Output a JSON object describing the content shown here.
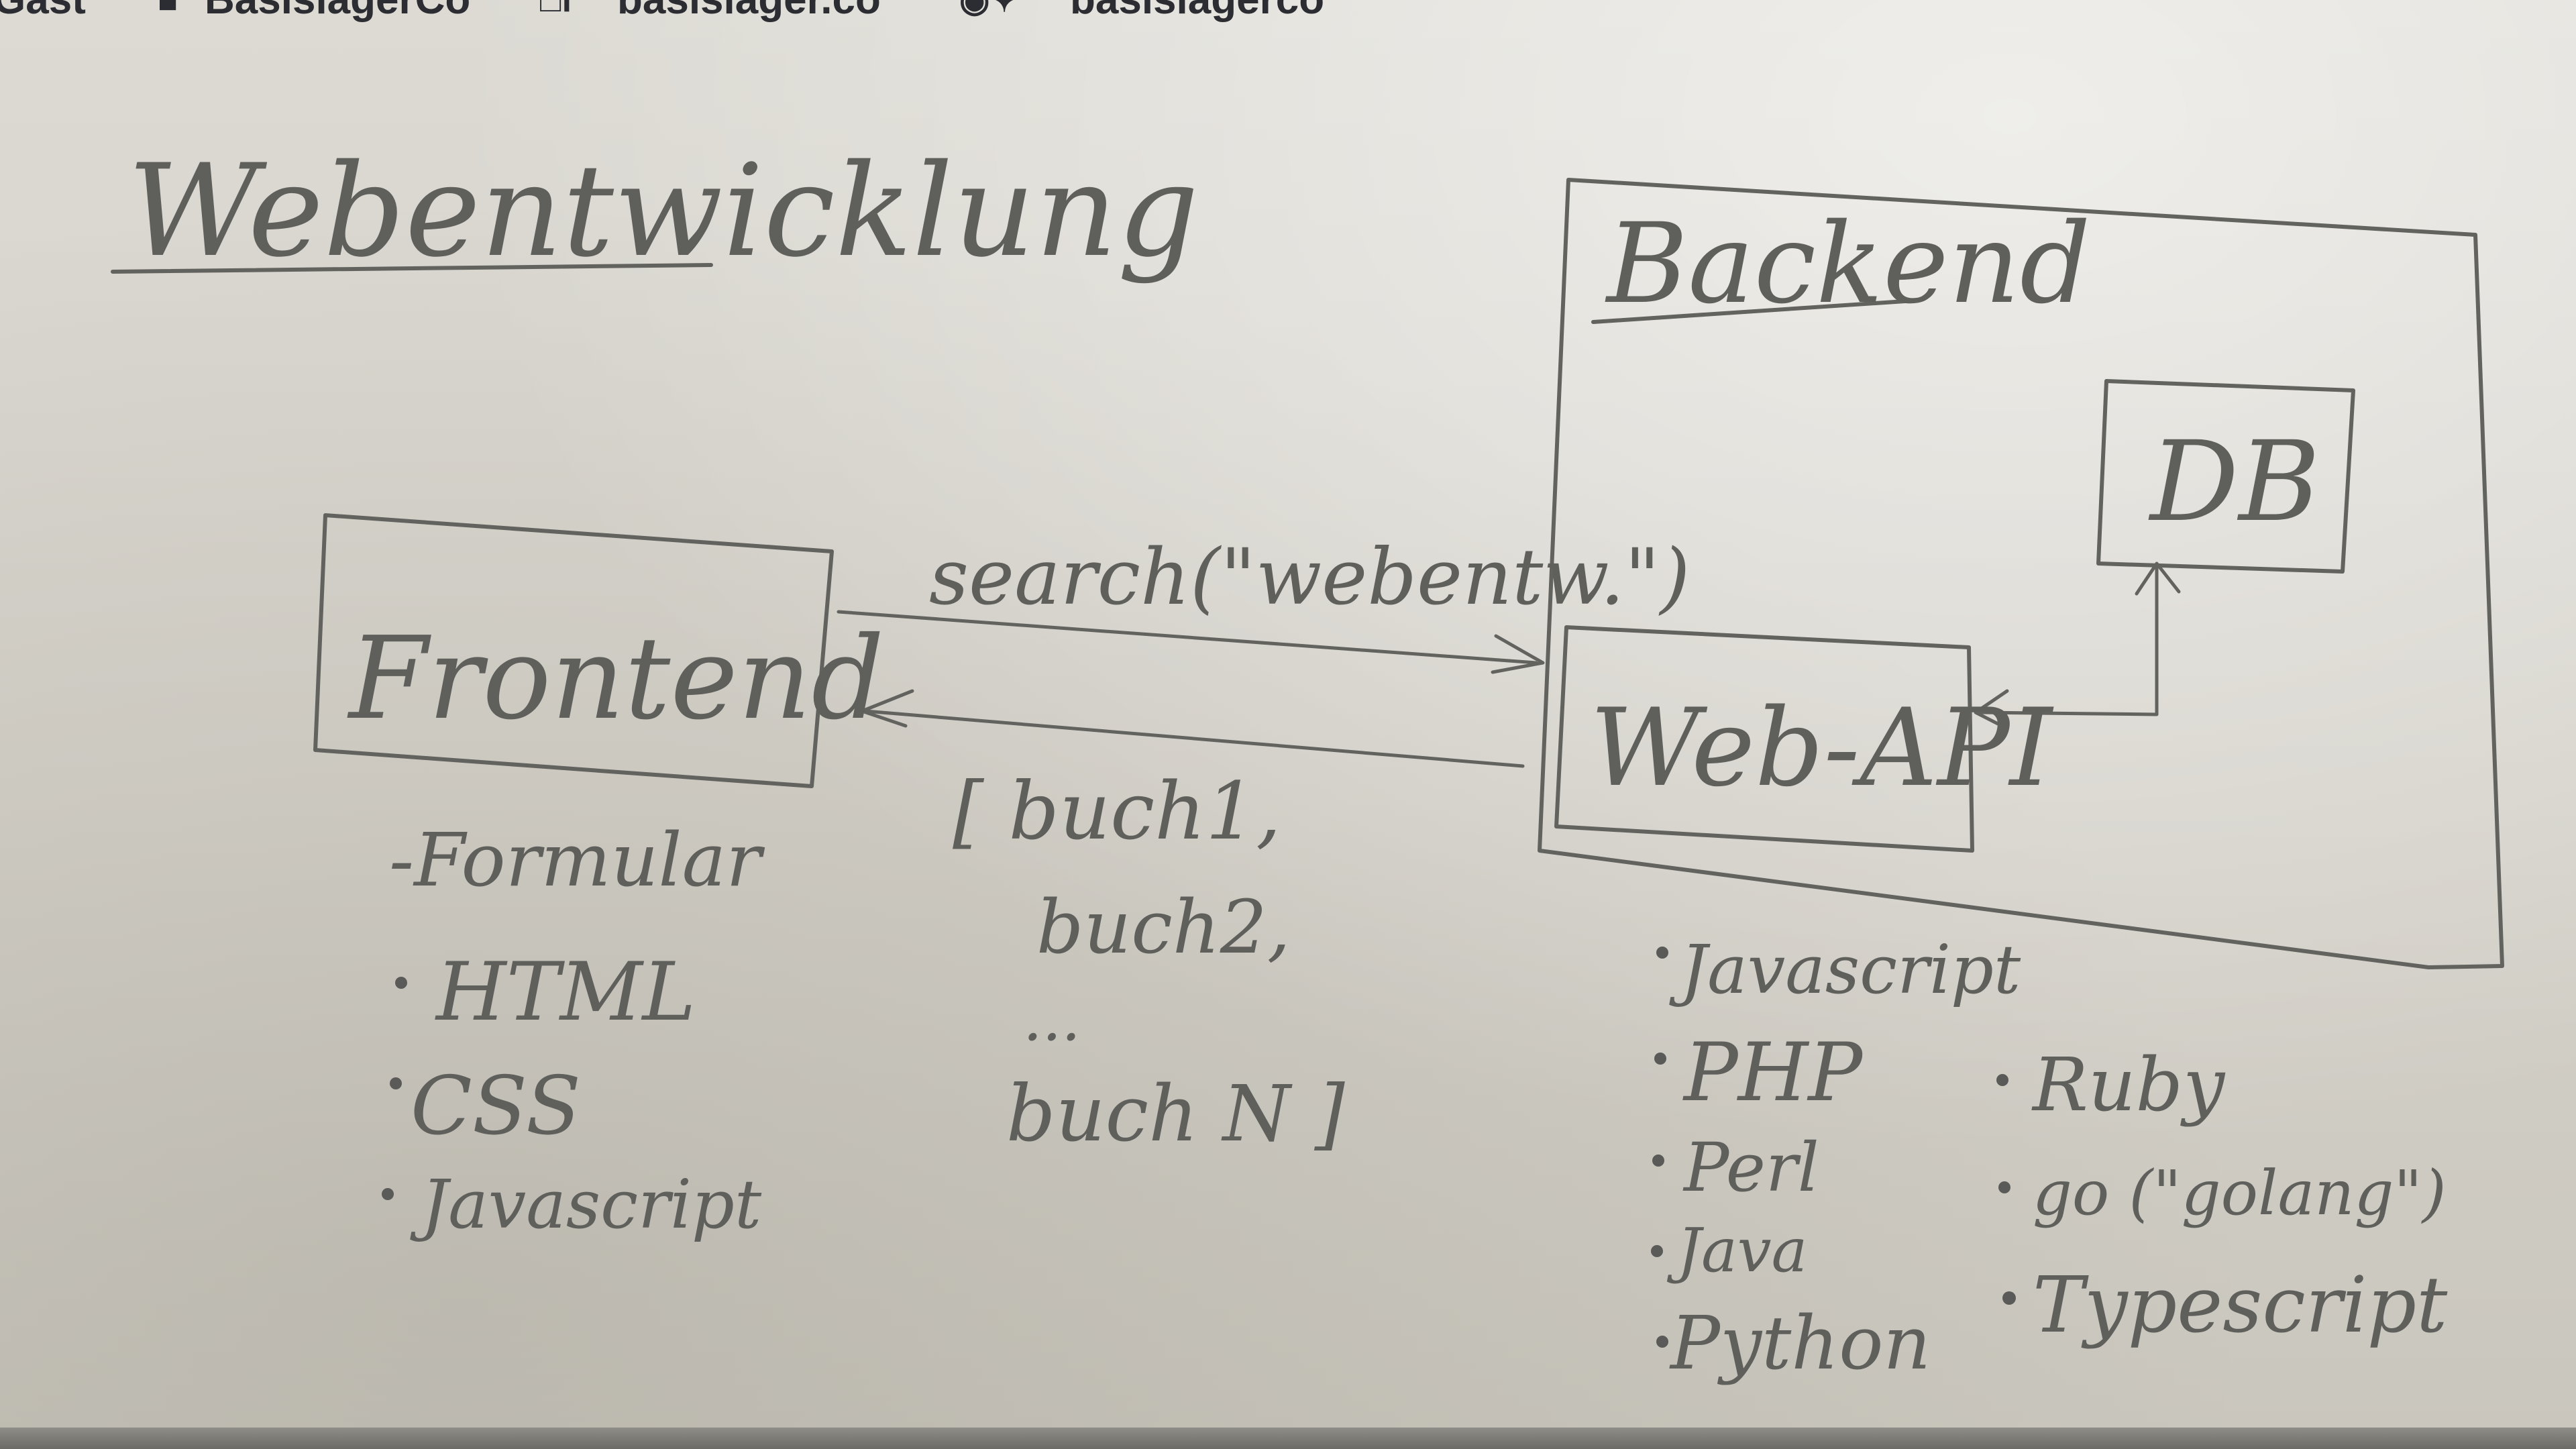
{
  "banner": {
    "item_1": "Gast",
    "item_2": "BasislagerCo",
    "item_3": "basislager.co",
    "item_4": "basislagerco"
  },
  "whiteboard": {
    "title": "Webentwicklung",
    "frontend": {
      "label": "Frontend",
      "items": [
        "-Formular",
        "HTML",
        "CSS",
        "Javascript"
      ]
    },
    "request": "search(\"webentw.\")",
    "response": [
      "[ buch1,",
      "buch2,",
      "...",
      "buch N ]"
    ],
    "backend": {
      "label": "Backend",
      "db_label": "DB",
      "api_label": "Web-API",
      "languages_col1": [
        "Javascript",
        "PHP",
        "Perl",
        "Java",
        "Python"
      ],
      "languages_col2": [
        "Ruby",
        "go (\"golang\")",
        "Typescript"
      ]
    }
  },
  "colors": {
    "ink": "#5f5f5c",
    "board": "#d8d6cf"
  }
}
